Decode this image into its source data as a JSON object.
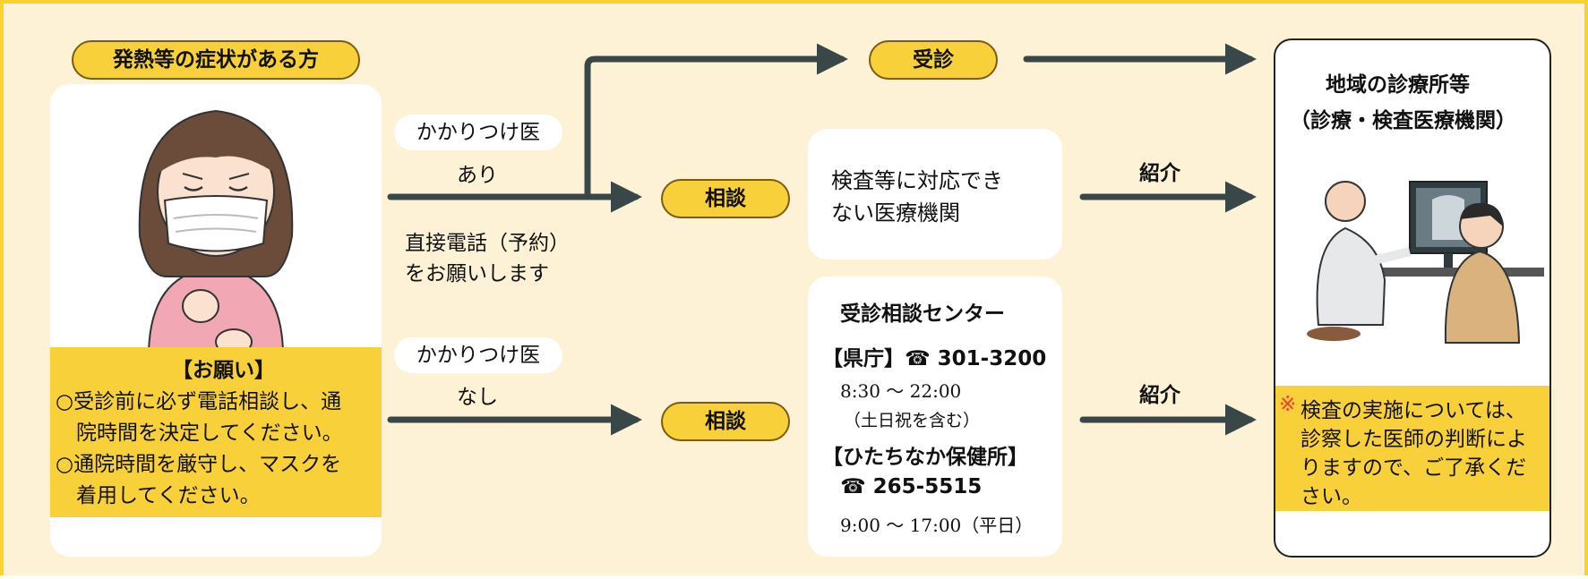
{
  "patient": {
    "title": "発熱等の症状がある方",
    "request_title": "【お願い】",
    "request_lines": [
      "○受診前に必ず電話相談し、通",
      "　院時間を決定してください。",
      "○通院時間を厳守し、マスクを",
      "　着用してください。"
    ]
  },
  "paths": {
    "with_doctor": {
      "line1": "かかりつけ医",
      "line2": "あり"
    },
    "direct_call": {
      "line1": "直接電話（予約）",
      "line2": "をお願いします"
    },
    "without_doctor": {
      "line1": "かかりつけ医",
      "line2": "なし"
    }
  },
  "actions": {
    "consult_visit": "受診",
    "consult_1": "相談",
    "consult_2": "相談"
  },
  "not_capable": {
    "line1": "検査等に対応でき",
    "line2": "ない医療機関"
  },
  "referrals": {
    "upper": "紹介",
    "lower": "紹介"
  },
  "center": {
    "title": "受診相談センター",
    "pref_line": "【県庁】☎ 301-3200",
    "pref_hours": "8:30 ～ 22:00",
    "pref_days": "（土日祝を含む）",
    "hc_title": "【ひたちなか保健所】",
    "hc_phone": "☎ 265-5515",
    "hc_hours": "9:00 ～ 17:00（平日）"
  },
  "clinic": {
    "title_line1": "地域の診療所等",
    "title_line2": "（診療・検査医療機関）",
    "note_mark": "※",
    "note_lines": [
      "検査の実施については、",
      "診察した医師の判断によ",
      "りますので、ご了承くだ",
      "さい。"
    ]
  },
  "colors": {
    "background": "#fdf2d6",
    "frame": "#f9d22e",
    "pill": "#f8d13a",
    "arrow": "#3a4748",
    "note_mark": "#e8412c"
  },
  "icons": {
    "patient": "sick-woman-with-mask-illustration",
    "doctor": "doctor-examining-xray-illustration"
  }
}
